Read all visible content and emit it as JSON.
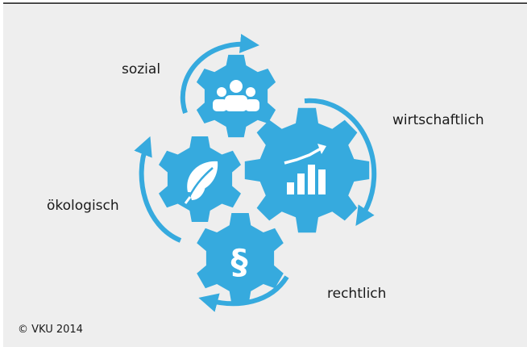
{
  "diagram": {
    "accent_color": "#36aade",
    "labels": {
      "social": "sozial",
      "economic": "wirtschaftlich",
      "ecological": "ökologisch",
      "legal": "rechtlich"
    },
    "gear_icons": {
      "social": "people-group-icon",
      "economic": "bar-chart-trend-icon",
      "ecological": "leaf-icon",
      "legal": "paragraph-icon"
    },
    "legal_symbol": "§"
  },
  "footer": {
    "copyright": "© VKU 2014"
  }
}
